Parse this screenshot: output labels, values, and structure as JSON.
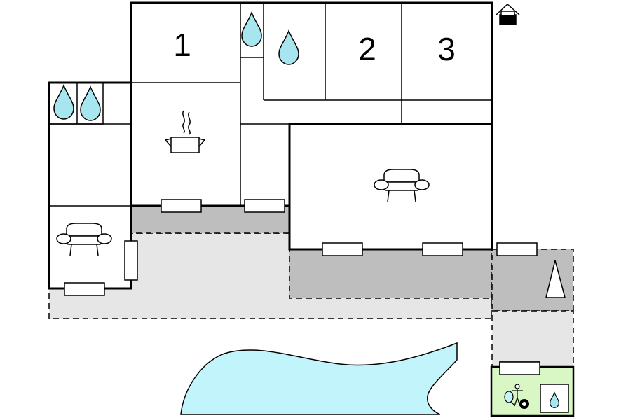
{
  "floorplan": {
    "rooms": [
      {
        "id": "bedroom-1",
        "label": "1"
      },
      {
        "id": "bedroom-2",
        "label": "2"
      },
      {
        "id": "bedroom-3",
        "label": "3"
      }
    ],
    "icons": [
      "water-drop-icon",
      "cooking-pot-icon",
      "sofa-icon",
      "well-icon",
      "parasol-icon",
      "table-tennis-icon",
      "billiard-ball-icon"
    ],
    "colors": {
      "wall": "#000000",
      "terrace_covered": "#bebebe",
      "terrace_open": "#e6e6e6",
      "pool": "#c2f5fb",
      "water_drop": "#a7e6ef",
      "game_room": "#d9f7c4"
    }
  }
}
